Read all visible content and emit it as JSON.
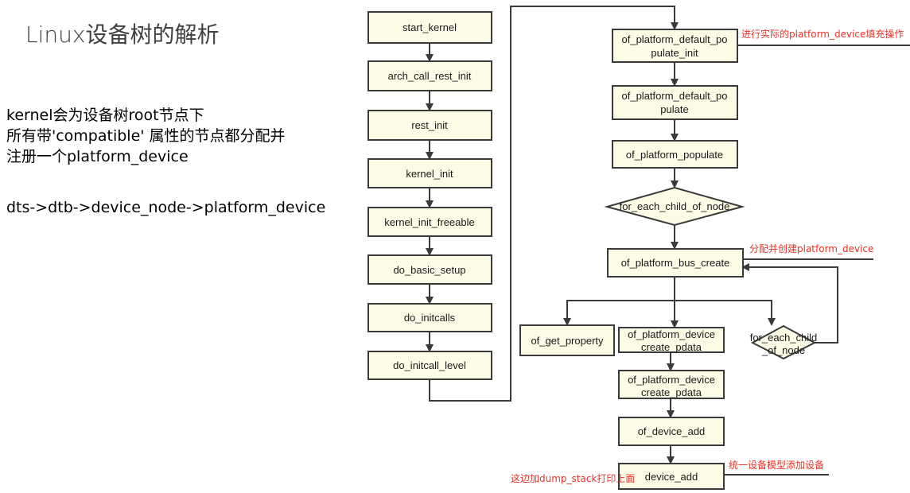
{
  "title": "Linux设备树的解析",
  "description": [
    "kernel会为设备树root节点下",
    "所有带'compatible' 属性的节点都分配并",
    "注册一个platform_device"
  ],
  "chain": "dts->dtb->device_node->platform_device",
  "nodes": {
    "start_kernel": "start_kernel",
    "arch_call_rest_init": "arch_call_rest_init",
    "rest_init": "rest_init",
    "kernel_init": "kernel_init",
    "kernel_init_freeable": "kernel_init_freeable",
    "do_basic_setup": "do_basic_setup",
    "do_initcalls": "do_initcalls",
    "do_initcall_level": "do_initcall_level",
    "of_platform_default_populate_init": [
      "of_platform_default_po",
      "pulate_init"
    ],
    "of_platform_default_populate": [
      "of_platform_default_po",
      "pulate"
    ],
    "of_platform_populate": "of_platform_populate",
    "for_each_child_of_node_1": "for_each_child_of_node",
    "of_platform_bus_create": "of_platform_bus_create",
    "of_get_property": "of_get_property",
    "of_platform_device_create_pdata_1": [
      "of_platform_device",
      "create_pdata"
    ],
    "for_each_child_of_node_2": [
      "for_each_child",
      "_of_node"
    ],
    "of_platform_device_create_pdata_2": [
      "of_platform_device",
      "create_pdata"
    ],
    "of_device_add": "of_device_add",
    "device_add": "device_add"
  },
  "annotations": {
    "populate_note": "进行实际的platform_device填充操作",
    "bus_create_note": "分配并创建platform_device",
    "device_add_note": "统一设备模型添加设备",
    "dump_stack_note": "这边加dump_stack打印上面"
  },
  "colors": {
    "node_fill": "#fcfbe6",
    "node_stroke": "#3a3a3a",
    "annotation": "#e8342a"
  }
}
